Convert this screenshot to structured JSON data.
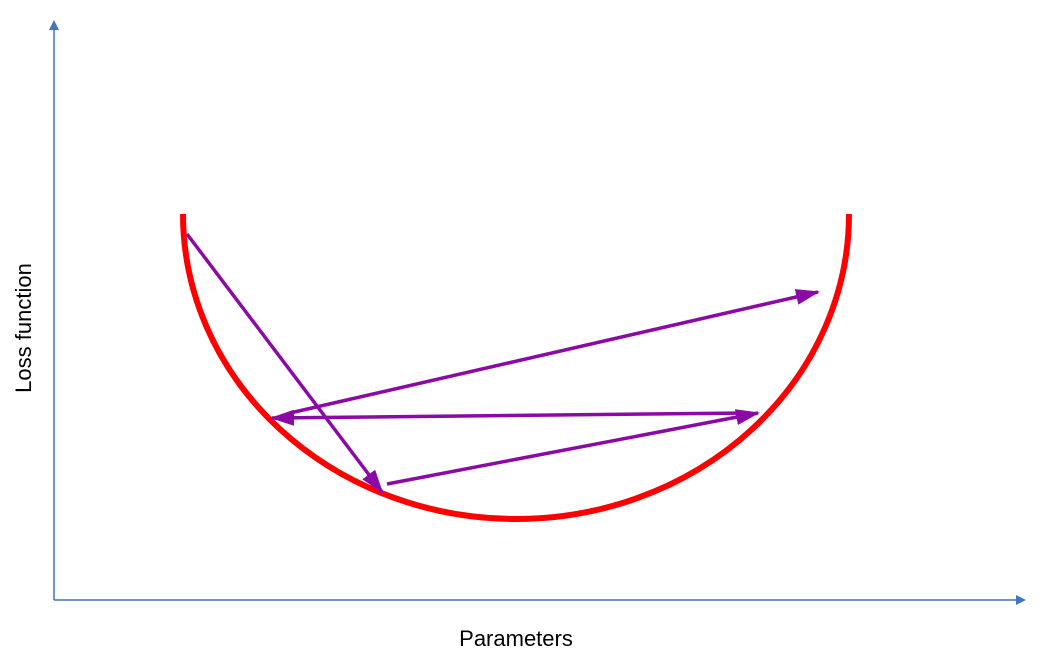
{
  "axes": {
    "x_label": "Parameters",
    "y_label": "Loss function",
    "axis_color": "#4472c4"
  },
  "curve": {
    "name": "loss-curve",
    "color": "#ff0000"
  },
  "steps": {
    "color": "#8b0aa5",
    "count": 4
  }
}
